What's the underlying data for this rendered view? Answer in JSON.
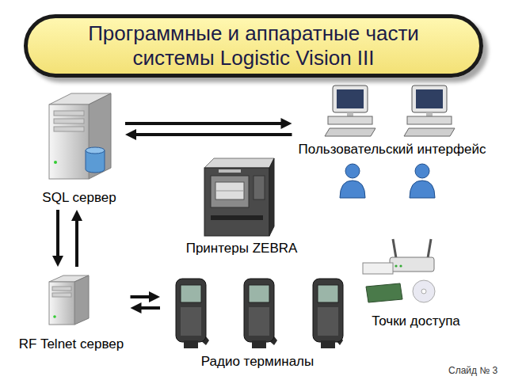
{
  "diagram": {
    "title": "Программные и аппаратные части системы Logistic Vision III",
    "nodes": [
      {
        "text": [
          "SQL сервер"
        ]
      },
      {
        "text": [
          "Пользовательский интерфейс"
        ]
      },
      {
        "text": [
          "Принтеры ZEBRA"
        ]
      },
      {
        "text": [
          "RF Telnet сервер"
        ]
      },
      {
        "text": [
          "Точки доступа"
        ]
      },
      {
        "text": [
          "Радио терминалы"
        ]
      }
    ],
    "edges": [
      {
        "from": 0,
        "to": 1,
        "arrow": "both"
      },
      {
        "from": 0,
        "to": 3,
        "arrow": "both"
      },
      {
        "from": 3,
        "to": 5,
        "arrow": "both"
      }
    ],
    "labels": [
      "Слайд № 3"
    ]
  }
}
